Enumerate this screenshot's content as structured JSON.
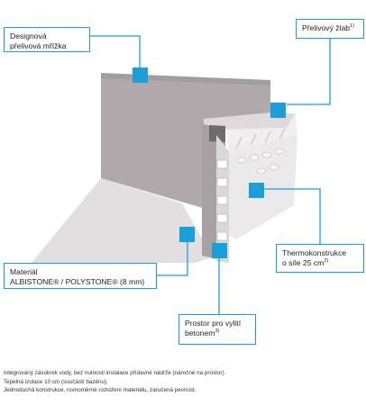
{
  "callouts": {
    "grid": {
      "line1": "Designová",
      "line2": "přelivová mřížka"
    },
    "gutter": {
      "label": "Přelivový žlab",
      "note_ref": "1)"
    },
    "thermo": {
      "line1": "Thermokonstrukce",
      "line2": "o síle 25 cm",
      "note_ref": "2)"
    },
    "material": {
      "line1": "Materiál",
      "line2": "ALBISTONE® / POLYSTONE® (8 mm)"
    },
    "space": {
      "line1": "Prostor pro vylití",
      "line2": "betonem",
      "note_ref": "3)"
    }
  },
  "notes": [
    "Integrovaný zásobník vody, bez nutnosti instalace přídavné nádrže (náročné na prostor).",
    "Tepelná izolace 10 cm (součástí bazénu).",
    "Jednoduchá konstrukce, rovnoměrné rozložení materiálu, zaručená pevnost."
  ],
  "colors": {
    "accent": "#1a9fd8",
    "wall": "#b0a9ab",
    "coping": "#c8c2c4",
    "floor": "#e3dfe0",
    "structure": "#ebe9ea"
  }
}
